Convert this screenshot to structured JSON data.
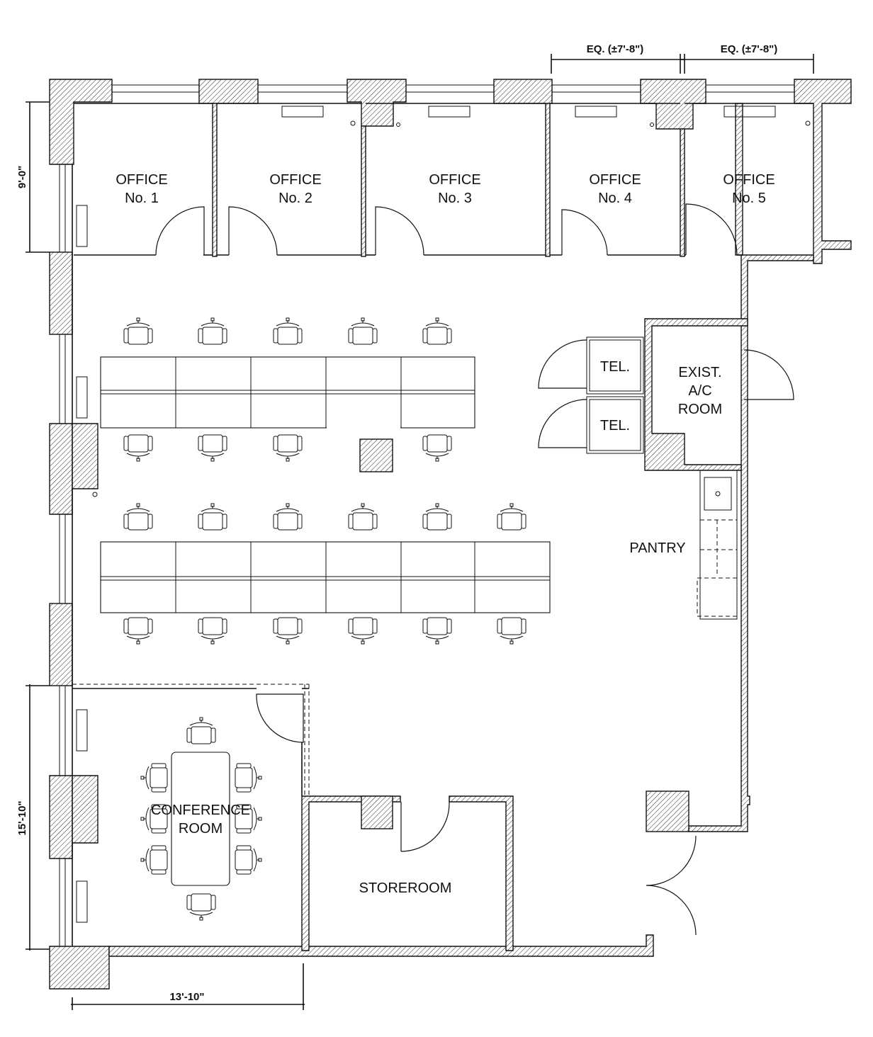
{
  "rooms": {
    "office1": [
      "OFFICE",
      "No. 1"
    ],
    "office2": [
      "OFFICE",
      "No. 2"
    ],
    "office3": [
      "OFFICE",
      "No. 3"
    ],
    "office4": [
      "OFFICE",
      "No. 4"
    ],
    "office5": [
      "OFFICE",
      "No. 5"
    ],
    "tel1": "TEL.",
    "tel2": "TEL.",
    "ac_room": [
      "EXIST.",
      "A/C",
      "ROOM"
    ],
    "pantry": "PANTRY",
    "conference": [
      "CONFERENCE",
      "ROOM"
    ],
    "storeroom": "STOREROOM"
  },
  "dimensions": {
    "eq_left": "EQ. (±7'-8\")",
    "eq_right": "EQ. (±7'-8\")",
    "office_depth": "9'-0\"",
    "conference_depth": "15'-10\"",
    "conference_width": "13'-10\""
  }
}
